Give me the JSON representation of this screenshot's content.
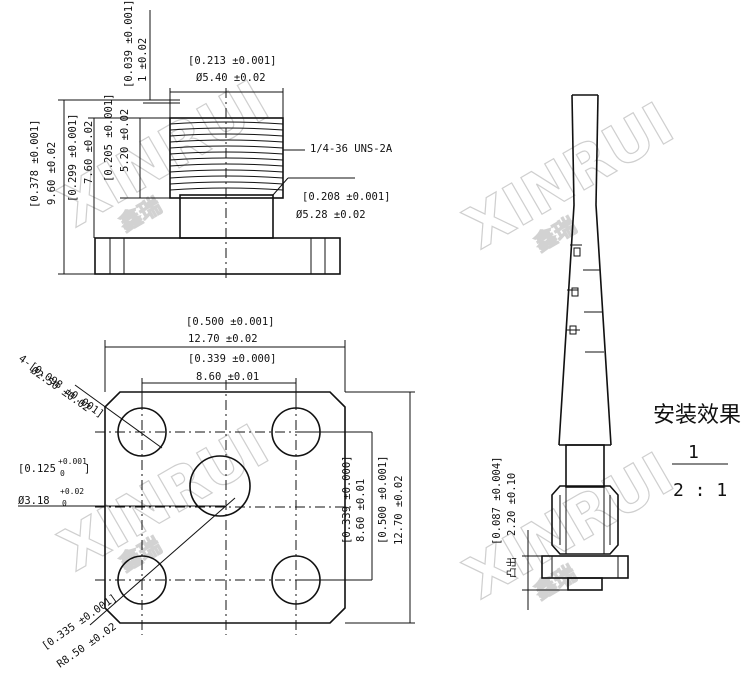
{
  "watermark": {
    "brand": "XINRUI",
    "brand_cn": "鑫瑞"
  },
  "side_view": {
    "dims": {
      "flange_thk_in": "[0.039 ±0.001]",
      "flange_thk_mm": "1 ±0.02",
      "thread_dia_in": "[0.213 ±0.001]",
      "thread_dia_mm": "Ø5.40 ±0.02",
      "thread_spec": "1/4-36 UNS-2A",
      "relief_dia_in": "[0.208 ±0.001]",
      "relief_dia_mm": "Ø5.28 ±0.02",
      "total_h_in": "[0.378 ±0.001]",
      "total_h_mm": "9.60 ±0.02",
      "body_h_in": "[0.299 ±0.001]",
      "body_h_mm": "7.60 ±0.02",
      "thread_h_in": "[0.205 ±0.001]",
      "thread_h_mm": "5.20 ±0.02"
    }
  },
  "top_view": {
    "dims": {
      "width_in": "[0.500 ±0.001]",
      "width_mm": "12.70 ±0.02",
      "pitch_in": "[0.339 ±0.000]",
      "pitch_mm": "8.60 ±0.01",
      "holes_in": "4-[0.098 ±0.001]",
      "holes_mm": "Ø2.50 ±0.02",
      "center_in": "[0.125",
      "center_in_tol_up": "+0.001",
      "center_in_tol_low": "0",
      "center_in_close": "]",
      "center_mm": "Ø3.18",
      "center_mm_tol_up": "+0.02",
      "center_mm_tol_low": "0",
      "vpitch_in": "[0.339 ±0.000]",
      "vpitch_mm": "8.60 ±0.01",
      "height_in": "[0.500 ±0.001]",
      "height_mm": "12.70 ±0.02",
      "radius_in": "[0.335 ±0.001]",
      "radius_mm": "R8.50 ±0.02"
    }
  },
  "assembly_view": {
    "label": "安装效果",
    "scale_num": "1",
    "scale_den": "2 : 1",
    "dims": {
      "protrude_in": "[0.087 ±0.004]",
      "protrude_mm": "2.20 ±0.10",
      "protrude_label": "凸出"
    }
  }
}
